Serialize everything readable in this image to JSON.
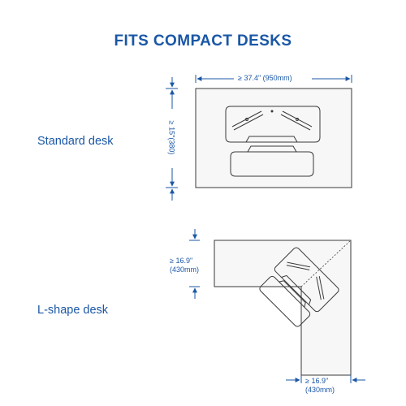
{
  "title": "FITS COMPACT DESKS",
  "standard": {
    "label": "Standard desk",
    "width_dim": "≥ 37.4\" (950mm)",
    "depth_dim": "≥ 15\"(380)"
  },
  "lshape": {
    "label": "L-shape desk",
    "left_dim_line1": "≥ 16.9\"",
    "left_dim_line2": "(430mm)",
    "bottom_dim_line1": "≥ 16.9\"",
    "bottom_dim_line2": "(430mm)"
  },
  "colors": {
    "accent": "#1a57a6",
    "outline": "#3a3a3a",
    "fill": "#f7f7f7"
  }
}
